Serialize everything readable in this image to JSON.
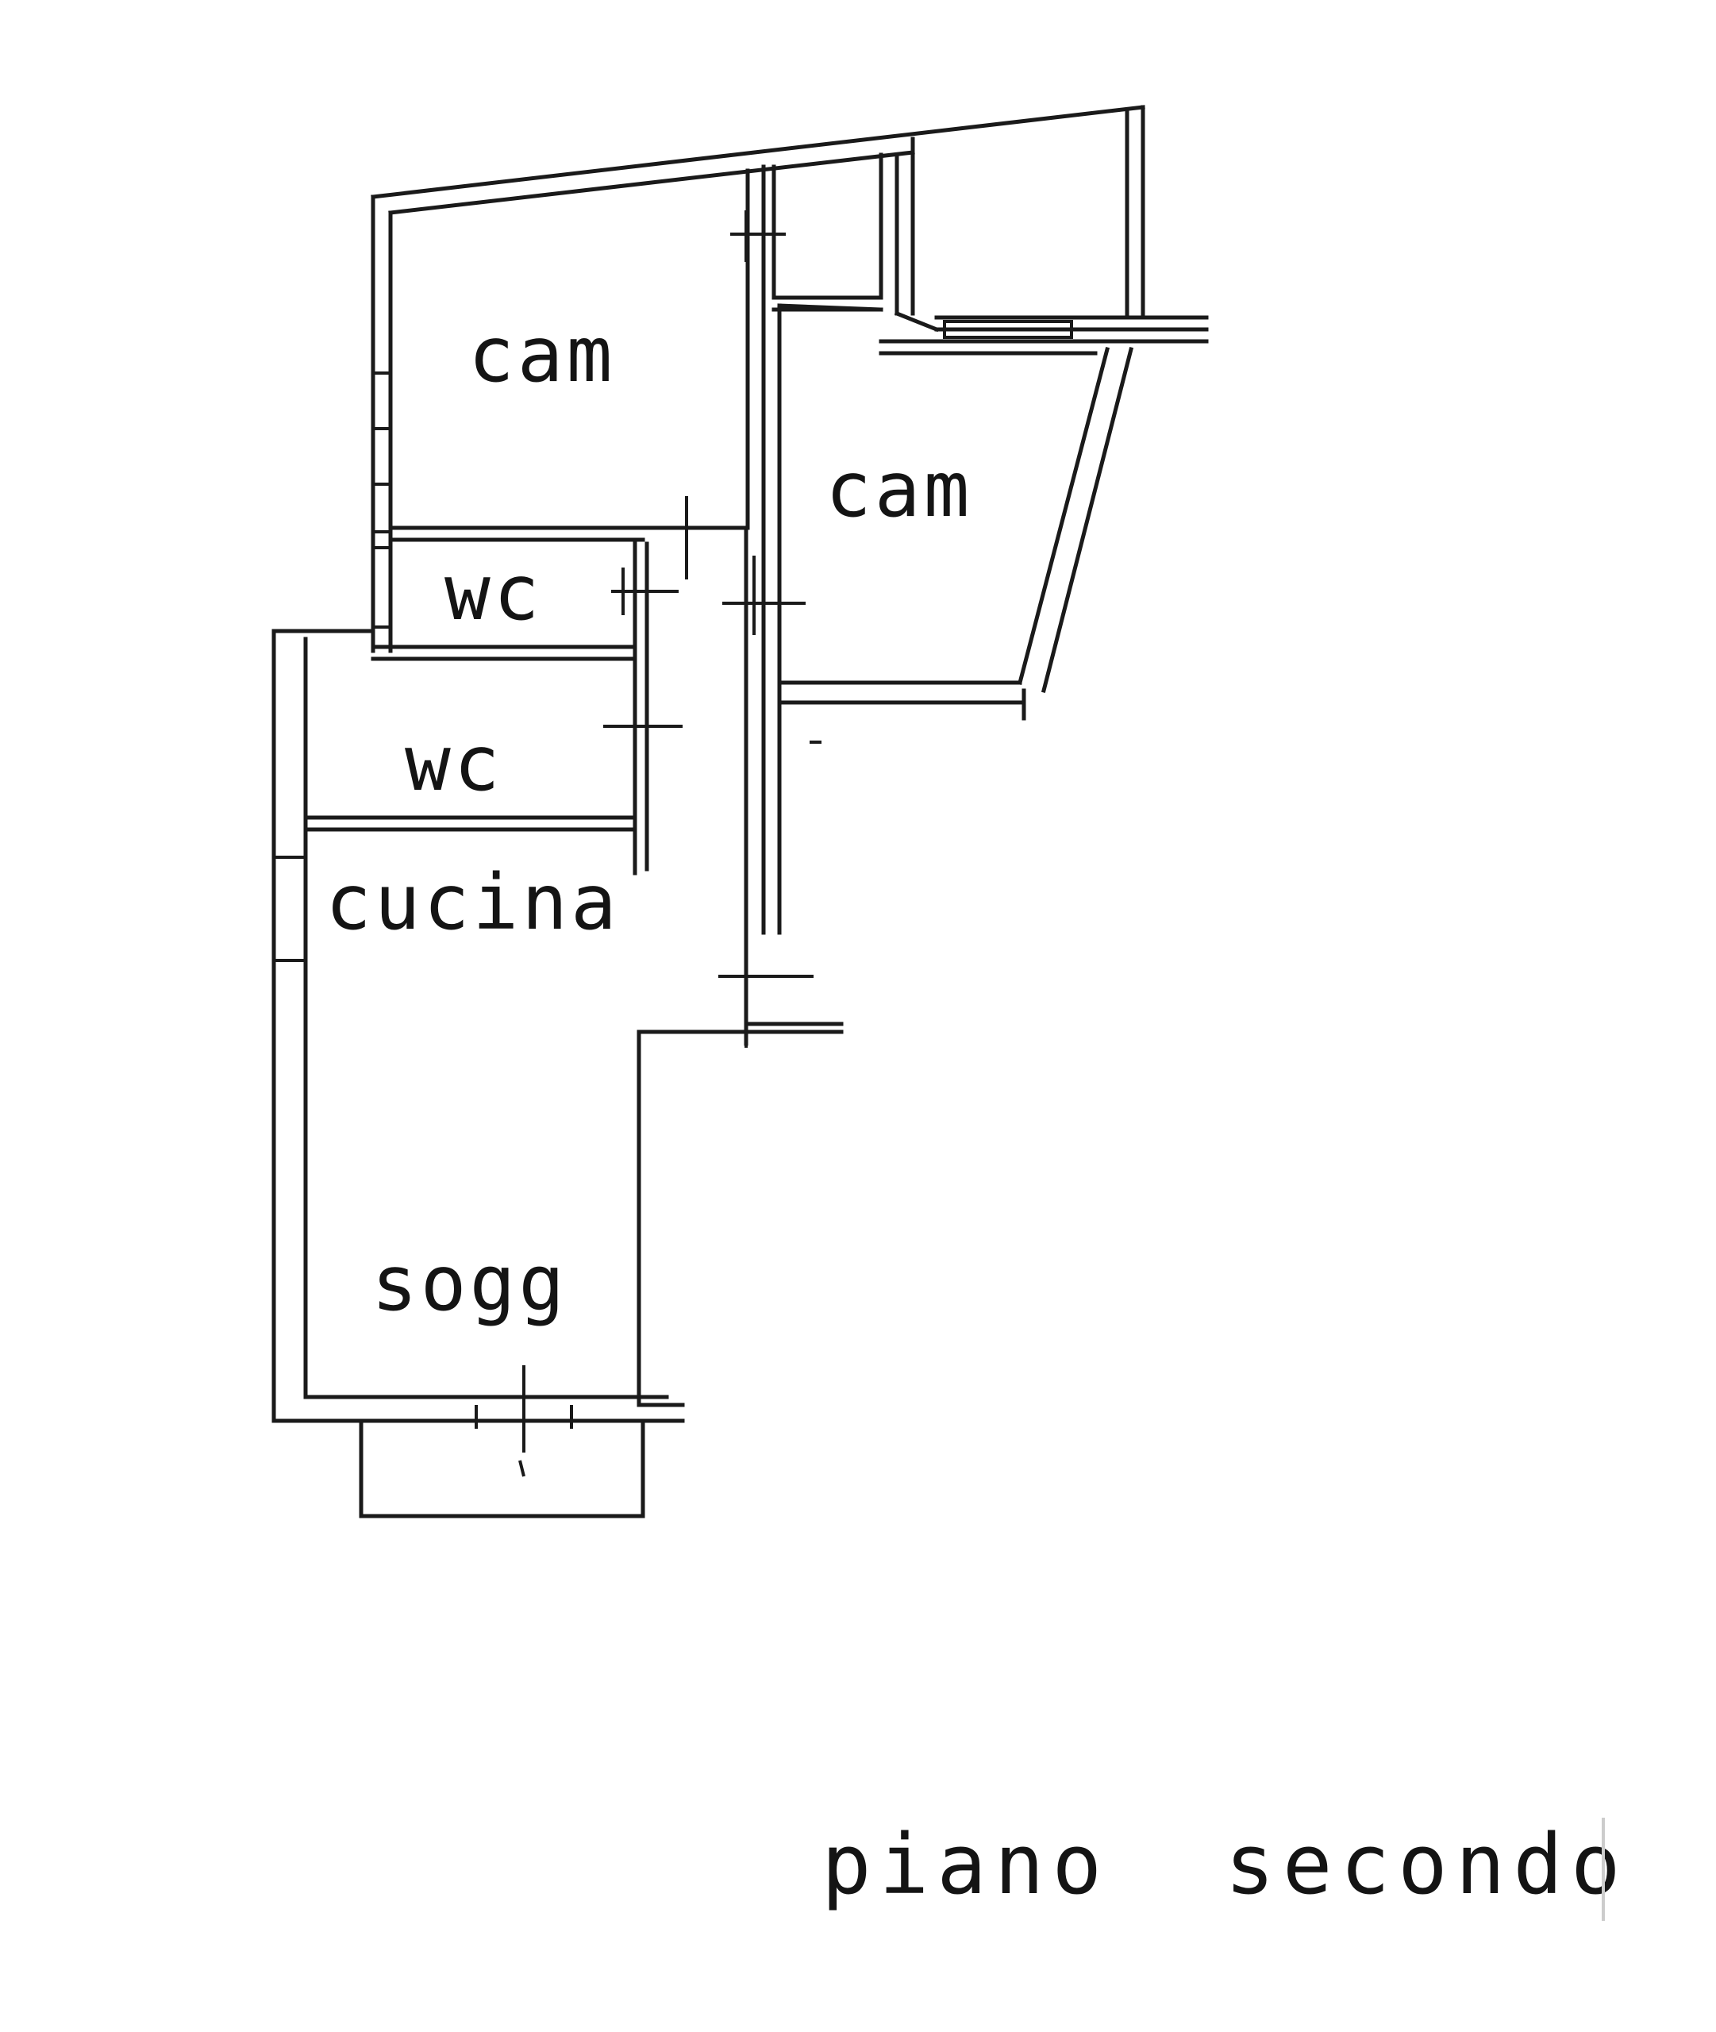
{
  "rooms": {
    "cam_north": "cam",
    "cam_east": "cam",
    "wc_upper": "wc",
    "wc_lower": "wc",
    "cucina": "cucina",
    "sogg": "sogg"
  },
  "floor_caption": "piano  secondo"
}
